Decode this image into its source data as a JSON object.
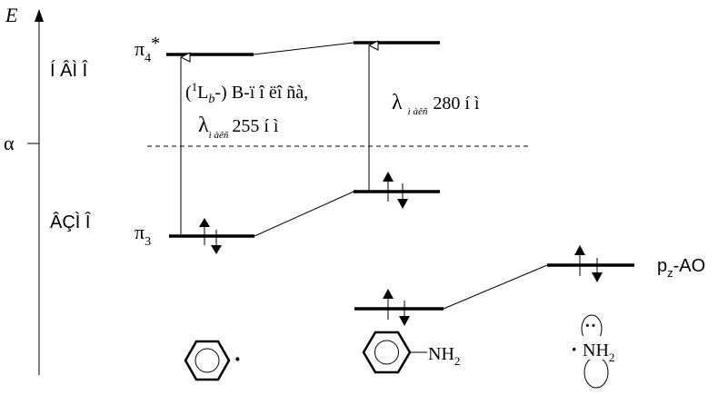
{
  "axis": {
    "energy_label": "E",
    "alpha_label": "α"
  },
  "side_labels": {
    "upper": "Í ÂÌ Î",
    "lower": "ÂÇÌ Î"
  },
  "orbitals": {
    "pi4": {
      "symbol": "π",
      "sub": "4",
      "sup": "*"
    },
    "pi3": {
      "symbol": "π",
      "sub": "3"
    }
  },
  "transitions": {
    "benzene": {
      "band_open": "(",
      "band_sup": "1",
      "band_L": "L",
      "band_sub": "b",
      "band_rest": "-) B-ï î ëî ñà,",
      "lambda": "λ",
      "lambda_sub": "ì àêñ",
      "value": "255 í ì"
    },
    "aniline": {
      "lambda": "λ",
      "lambda_sub": "ì àêñ",
      "value": "280 í ì"
    }
  },
  "nitrogen_orbital": {
    "label_main": "p",
    "label_sub": "z",
    "label_rest": "-AO",
    "radical_dot": "·",
    "lone_pair": "··"
  },
  "molecules": {
    "benzene_dot": "·",
    "aniline_group": "NH",
    "aniline_sub": "2",
    "amine_dot": "·",
    "amine_group": "NH",
    "amine_sub": "2"
  }
}
